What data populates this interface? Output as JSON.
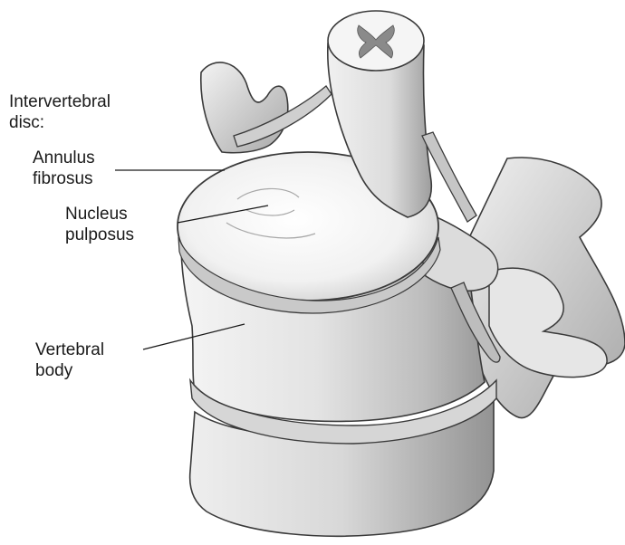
{
  "labels": {
    "disc_heading_line1": "Intervertebral",
    "disc_heading_line2": "disc:",
    "annulus_line1": "Annulus",
    "annulus_line2": "fibrosus",
    "nucleus_line1": "Nucleus",
    "nucleus_line2": "pulposus",
    "vertebral_line1": "Vertebral",
    "vertebral_line2": "body"
  },
  "colors": {
    "background": "#ffffff",
    "bone_light": "#f2f2f2",
    "bone_mid": "#cfcfcf",
    "bone_dark": "#8f8f8f",
    "outline": "#3a3a3a",
    "text": "#1a1a1a",
    "cord_gray": "#9a9a9a"
  }
}
